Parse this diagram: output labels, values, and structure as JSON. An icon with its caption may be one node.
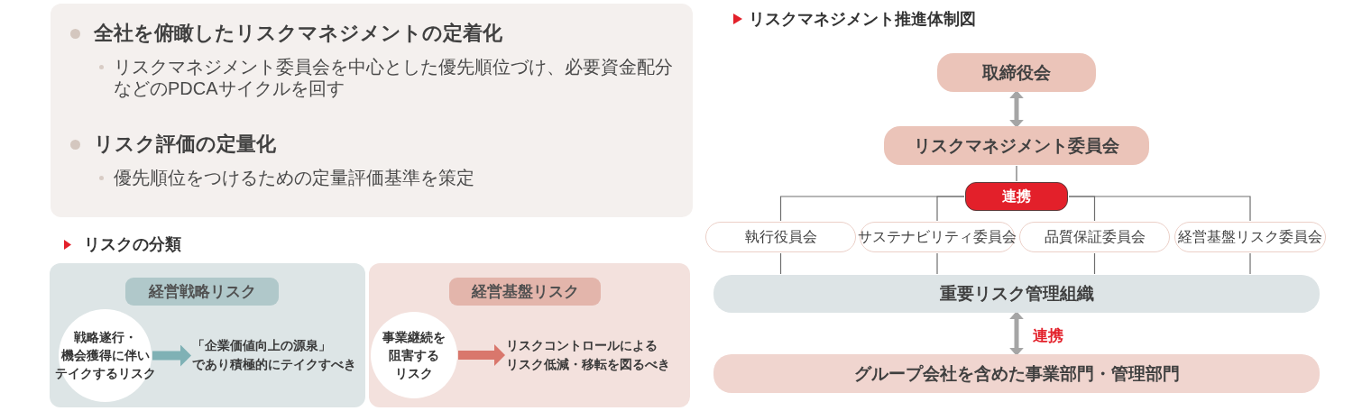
{
  "diagram": {
    "nodes": [
      {
        "text": [
          "全社を俯瞰したリスクマネジメントの定着化",
          "リスクマネジメント委員会を中心とした優先順位づけ、必要資金配分などのPDCAサイクルを回す",
          "リスク評価の定量化",
          "優先順位をつけるための定量評価基準を策定"
        ]
      },
      {
        "text": [],
        "shape": "box"
      },
      {
        "text": [
          "経営戦略リスク"
        ],
        "in": 1
      },
      {
        "text": [
          "戦略遂行・機会獲得に伴いテイクするリスク"
        ],
        "in": 1
      },
      {
        "text": [
          "「企業価値向上の源泉」であり積極的にテイクすべき"
        ],
        "in": 1
      },
      {
        "text": [],
        "shape": "box"
      },
      {
        "text": [
          "経営基盤リスク"
        ],
        "in": 5
      },
      {
        "text": [
          "事業継続を阻害するリスク"
        ],
        "in": 5
      },
      {
        "text": [
          "リスクコントロールによるリスク低減・移転を図るべき"
        ],
        "in": 5
      },
      {
        "text": [
          "取締役会"
        ]
      },
      {
        "text": [
          "リスクマネジメント委員会"
        ]
      },
      {
        "text": [
          "連携"
        ]
      },
      {
        "text": [
          "執行役員会"
        ]
      },
      {
        "text": [
          "サステナビリティ委員会"
        ]
      },
      {
        "text": [
          "品質保証委員会"
        ]
      },
      {
        "text": [
          "経営基盤リスク委員会"
        ]
      },
      {
        "text": [
          "重要リスク管理組織"
        ]
      },
      {
        "text": [
          "グループ会社を含めた事業部門・管理部門"
        ]
      }
    ],
    "edges": [
      {
        "from": 3,
        "to": 4,
        "arrow": "to",
        "style": "thick",
        "color": "#7fb1b5"
      },
      {
        "from": 7,
        "to": 8,
        "arrow": "to",
        "style": "thick",
        "color": "#d9776c"
      },
      {
        "from": 9,
        "to": 10,
        "arrow": "both",
        "style": "thick",
        "color": "#a5a5a5"
      },
      {
        "from": 10,
        "to": 11,
        "arrow": "none"
      },
      {
        "from": 11,
        "to": 12,
        "arrow": "none"
      },
      {
        "from": 11,
        "to": 13,
        "arrow": "none"
      },
      {
        "from": 11,
        "to": 14,
        "arrow": "none"
      },
      {
        "from": 11,
        "to": 15,
        "arrow": "none"
      },
      {
        "from": 12,
        "to": 16,
        "arrow": "none"
      },
      {
        "from": 13,
        "to": 16,
        "arrow": "none"
      },
      {
        "from": 14,
        "to": 16,
        "arrow": "none"
      },
      {
        "from": 15,
        "to": 16,
        "arrow": "none"
      },
      {
        "from": 16,
        "to": 17,
        "arrow": "both",
        "label": "連携",
        "style": "thick",
        "color": "#a5a5a5"
      }
    ],
    "labels": [
      "リスクの分類",
      "リスクマネジメント推進体制図"
    ]
  }
}
